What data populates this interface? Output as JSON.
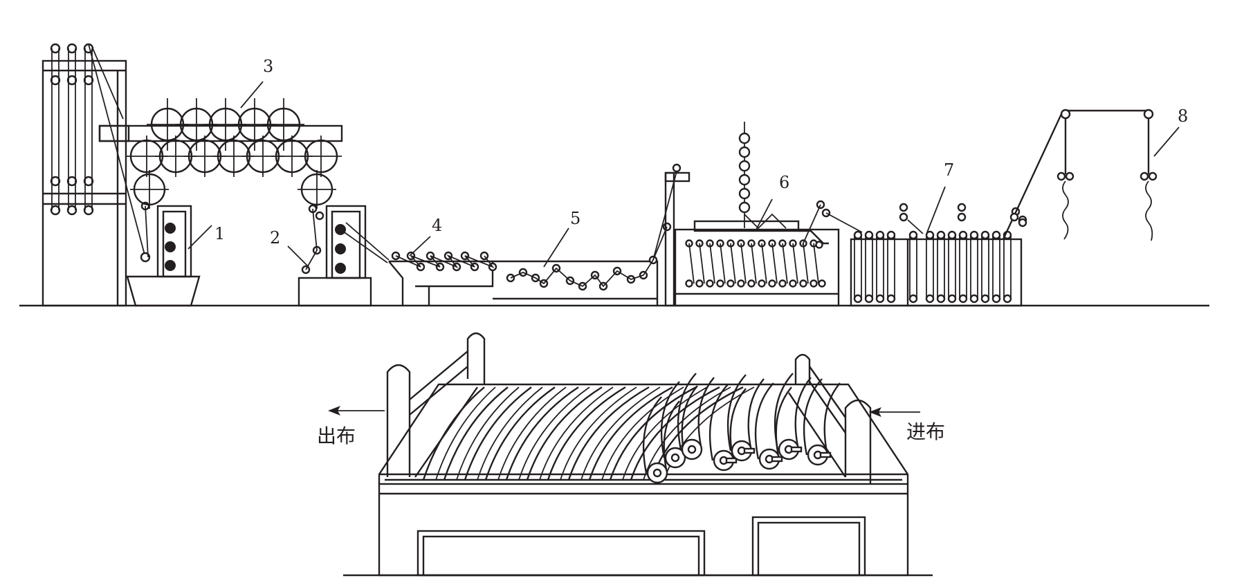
{
  "callouts": [
    "1",
    "2",
    "3",
    "4",
    "5",
    "6",
    "7",
    "8"
  ],
  "labels": {
    "fabric_out": "出布",
    "fabric_in": "进布"
  },
  "colors": {
    "line": "#231f20",
    "background": "#ffffff"
  }
}
